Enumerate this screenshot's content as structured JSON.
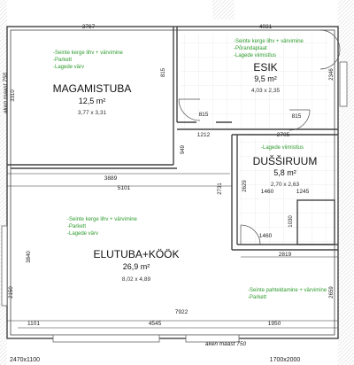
{
  "rooms": {
    "magamistuba": {
      "name": "MAGAMISTUBA",
      "area": "12,5 m²",
      "size": "3,77 x 3,31",
      "notes": [
        "-Seinte kerge lihv + värvimine",
        "-Parkett",
        "-Lagede värv"
      ]
    },
    "esik": {
      "name": "ESIK",
      "area": "9,5 m²",
      "size": "4,03 x 2,35",
      "notes": [
        "-Seinte kerge lihv + värvimine",
        "-Põrandaplaat",
        "-Lagede viimistlus"
      ]
    },
    "dussiruum": {
      "name": "DUŠŠIRUUM",
      "area": "5,8 m²",
      "size": "2,70 x 2,63",
      "notes": [
        "-Lagede viimistlus"
      ]
    },
    "elutuba": {
      "name": "ELUTUBA+KÖÖK",
      "area": "26,9 m²",
      "size": "8,02 x 4,89",
      "notes": [
        "-Seinte kerge lihv + värvimine",
        "-Parkett",
        "-Lagede värv"
      ]
    },
    "southeast": {
      "notes": [
        "-Seinte pahteldamine + värvimine",
        "-Parkett"
      ]
    }
  },
  "dimensions": {
    "top_bed": "3767",
    "top_hall": "4031",
    "d815a": "815",
    "d815b": "815",
    "d815c": "815",
    "d3310": "3310",
    "d2346": "2346",
    "d1212": "1212",
    "d2705": "2705",
    "d949": "949",
    "d3889": "3889",
    "d5101": "5101",
    "d2731": "2731",
    "d2629": "2629",
    "d1460a": "1460",
    "d1245": "1245",
    "d1460b": "1460",
    "d1030": "1030",
    "d2819": "2819",
    "d3840": "3840",
    "d2150": "2150",
    "d7922": "7922",
    "d1101": "1101",
    "d4545": "4545",
    "d1950": "1950",
    "d2659": "2659"
  },
  "labels": {
    "window_left": "aken maast 750",
    "window_bottom": "aken maast 750",
    "win_bottom_left": "2470x1100",
    "win_bottom_right": "1700x2000"
  }
}
